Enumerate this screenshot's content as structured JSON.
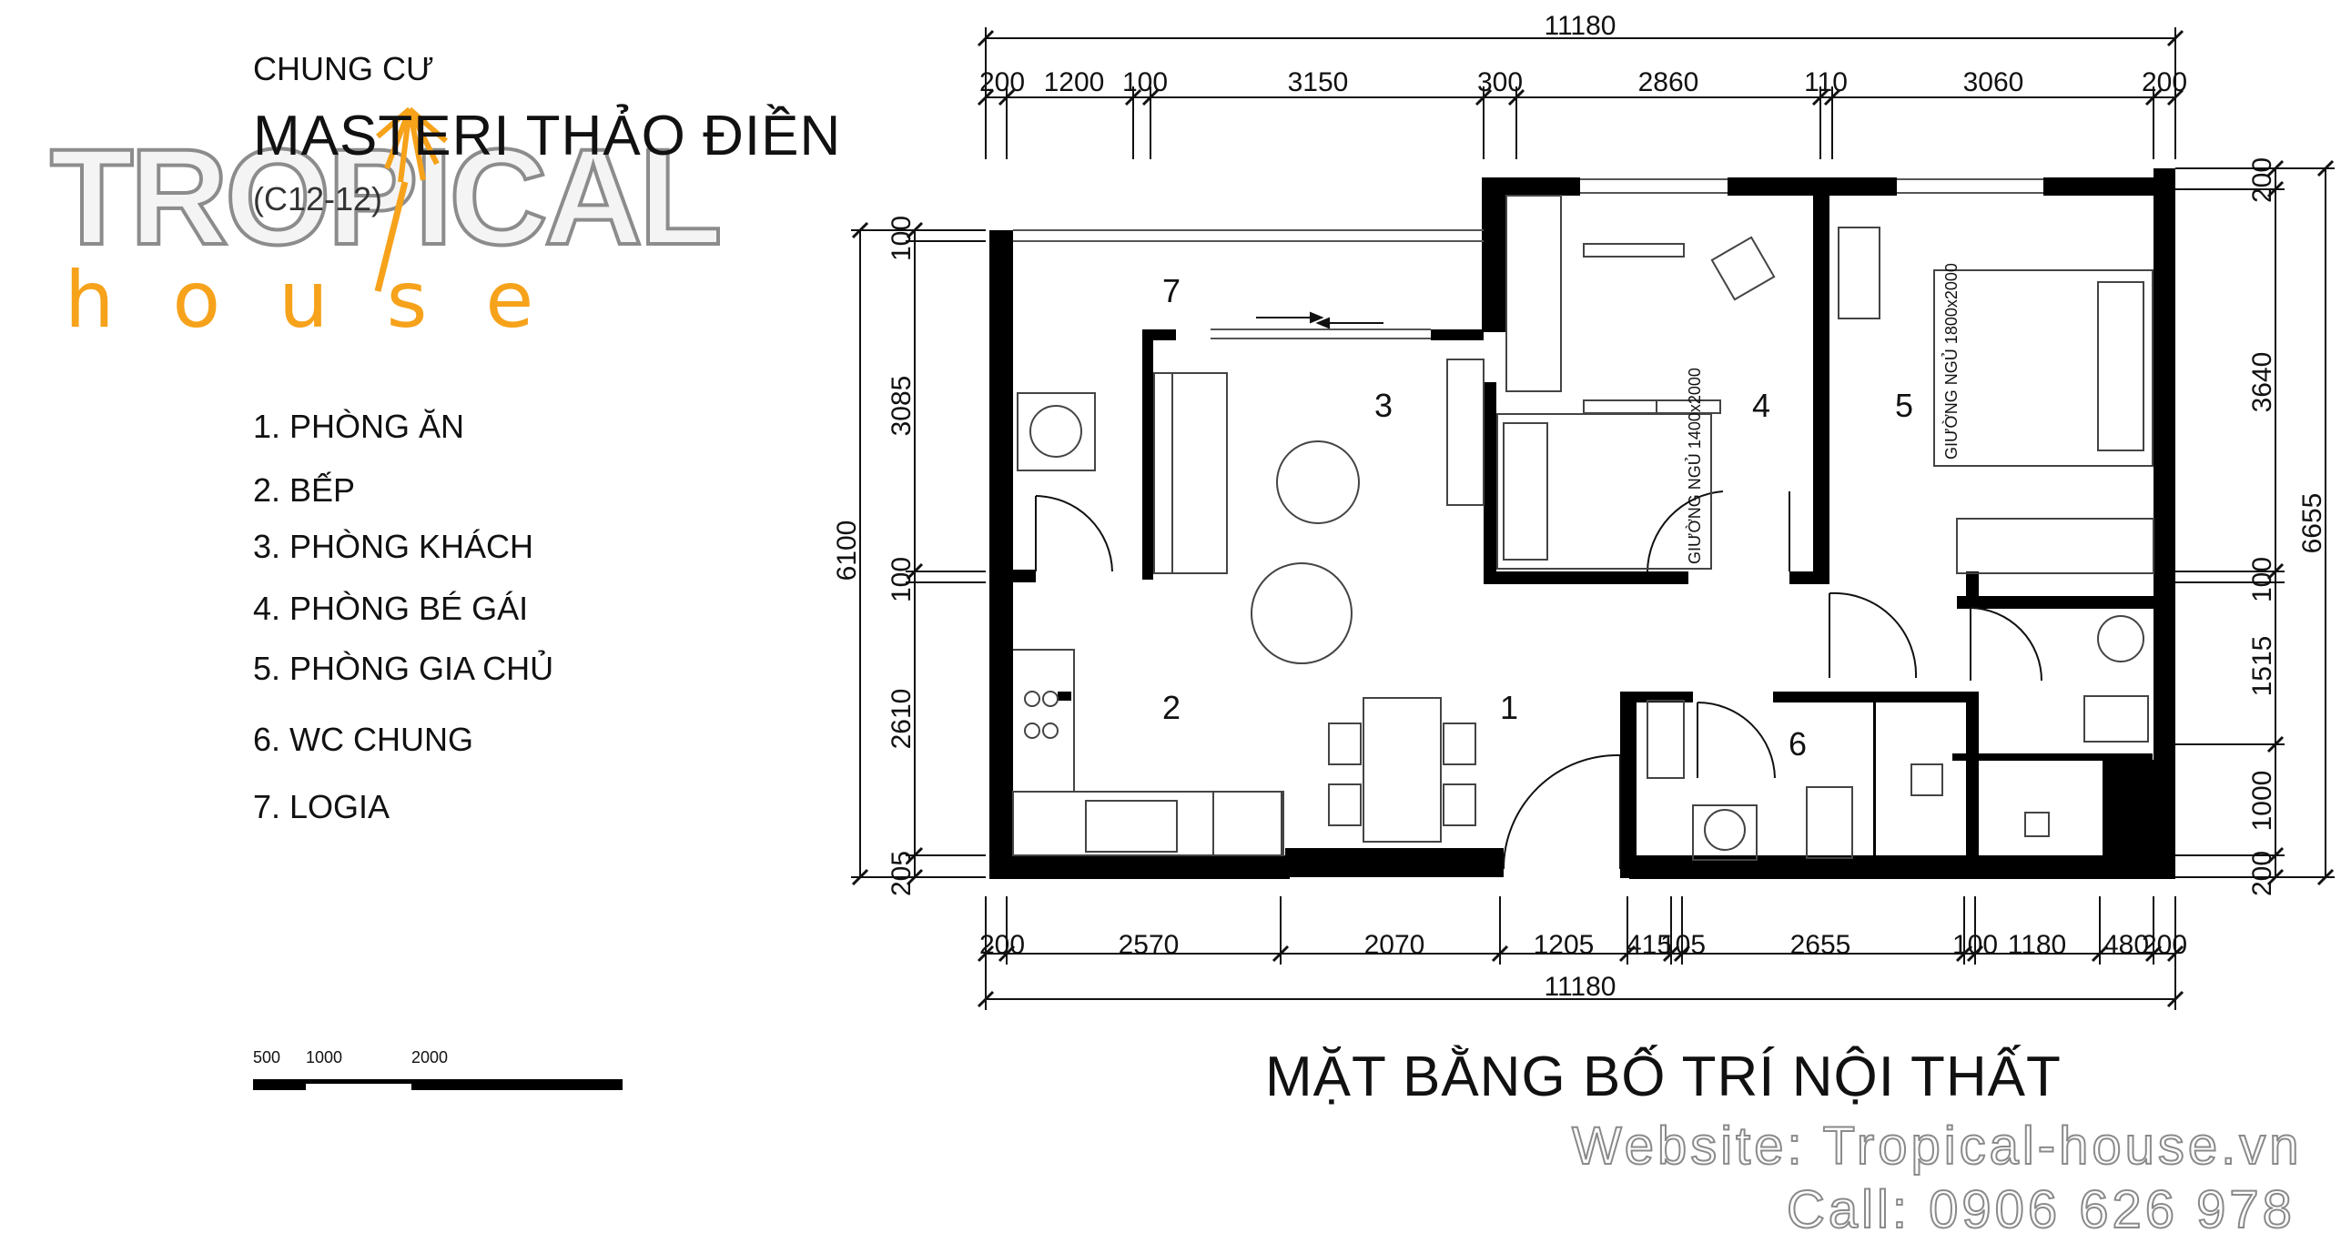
{
  "project": {
    "subtitle": "CHUNG CƯ",
    "name": "MASTERI THẢO ĐIỀN",
    "code": "(C12-12)"
  },
  "logo": {
    "main": "TROPICAL",
    "sub": "house",
    "accent_color": "#f6a21a"
  },
  "legend": [
    "1. PHÒNG ĂN",
    "2. BẾP",
    "3. PHÒNG KHÁCH",
    "4. PHÒNG BÉ GÁI",
    "5. PHÒNG GIA CHỦ",
    "6. WC CHUNG",
    "7. LOGIA"
  ],
  "plan": {
    "title": "MẶT BẰNG BỐ TRÍ NỘI THẤT",
    "room_numbers": [
      "1",
      "2",
      "3",
      "4",
      "5",
      "6",
      "7"
    ],
    "top_total": "11180",
    "top_dims": [
      "200",
      "1200",
      "100",
      "3150",
      "300",
      "2860",
      "110",
      "3060",
      "200"
    ],
    "bottom_dims": [
      "200",
      "2570",
      "2070",
      "1205",
      "415",
      "105",
      "2655",
      "100",
      "1180",
      "480",
      "200"
    ],
    "bottom_total": "11180",
    "left_total": "6100",
    "left_dims": [
      "100",
      "3085",
      "100",
      "2610",
      "205"
    ],
    "right_total": "6655",
    "right_dims": [
      "200",
      "3640",
      "100",
      "1515",
      "1000",
      "200"
    ],
    "bed_label_1": "GIƯỜNG NGỦ 1400x2000",
    "bed_label_2": "GIƯỜNG NGỦ 1800x2000"
  },
  "scale_bar": {
    "labels": [
      "500",
      "1000",
      "2000"
    ]
  },
  "contact": {
    "website": "Website: Tropical-house.vn",
    "call": "Call: 0906 626 978"
  }
}
